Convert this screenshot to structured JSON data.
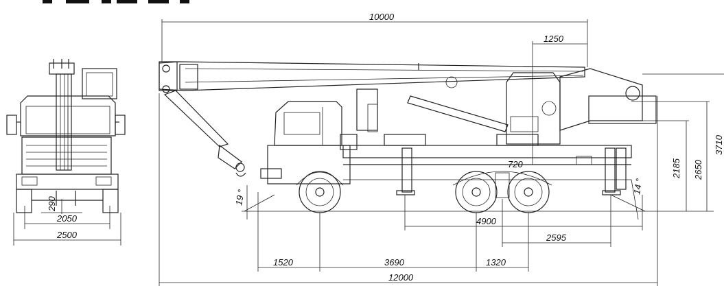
{
  "drawing": {
    "line_color": "#222222",
    "background": "#ffffff",
    "front_view": {
      "dimensions": {
        "width_overall": "2500",
        "track_width": "2050",
        "ground_clearance": "290"
      }
    },
    "side_view": {
      "dimensions": {
        "boom_length": "10000",
        "boom_offset": "1250",
        "overall_length": "12000",
        "front_overhang": "1520",
        "wheelbase_front": "3690",
        "wheelbase_rear": "1320",
        "outrigger_base": "4900",
        "rear_outrigger": "2595",
        "turntable_offset": "720",
        "height_cab": "2185",
        "height_body": "2650",
        "height_overall": "3710",
        "approach_angle": "19 °",
        "departure_angle": "14 °"
      }
    }
  }
}
